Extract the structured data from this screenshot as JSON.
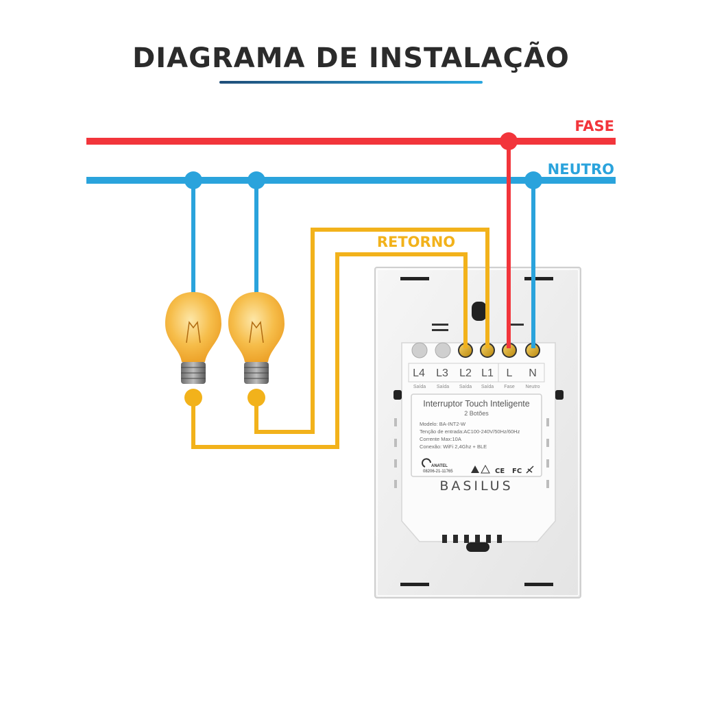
{
  "header": {
    "title": "DIAGRAMA DE INSTALAÇÃO"
  },
  "wires": {
    "fase": {
      "label": "FASE",
      "color": "#f2353b"
    },
    "neutro": {
      "label": "NEUTRO",
      "color": "#2aa3dc"
    },
    "retorno": {
      "label": "RETORNO",
      "color": "#f2b21b"
    }
  },
  "terminals": [
    {
      "label": "L4",
      "sub": "Saída"
    },
    {
      "label": "L3",
      "sub": "Saída"
    },
    {
      "label": "L2",
      "sub": "Saída"
    },
    {
      "label": "L1",
      "sub": "Saída"
    },
    {
      "label": "L",
      "sub": "Fase"
    },
    {
      "label": "N",
      "sub": "Neutro"
    }
  ],
  "device": {
    "name": "Interruptor Touch Inteligente",
    "buttons": "2 Botões",
    "model": "Modelo: BA-INT2-W",
    "input_voltage": "Tenção de entrada:AC100-240V/50Hz/60Hz",
    "current": "Corrente Max:10A",
    "connection": "Conexão: WiFi 2,4Ghz + BLE",
    "anatel": "ANATEL",
    "anatel_code": "08206-21-11765",
    "marks": [
      "CE",
      "FC"
    ],
    "brand": "BASILUS"
  },
  "colors": {
    "fase": "#f2353b",
    "neutro": "#2aa3dc",
    "retorno": "#f2b21b",
    "bulb": "#f5b83c",
    "title": "#2b2b2b"
  }
}
